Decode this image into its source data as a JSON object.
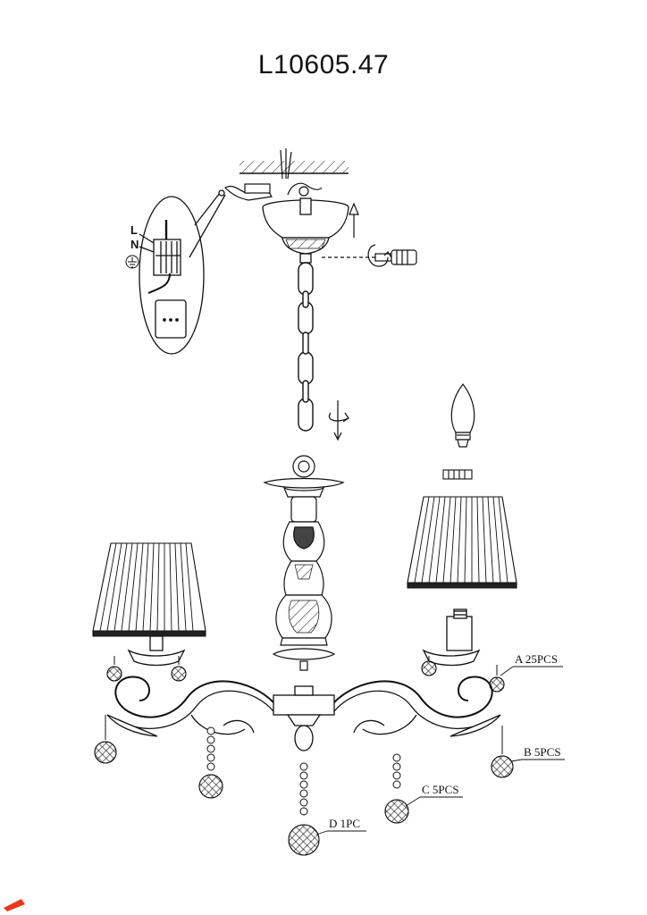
{
  "title": "L10605.47",
  "wiring": {
    "live_label": "L",
    "neutral_label": "N",
    "ground_symbol": "ground-icon"
  },
  "parts": [
    {
      "key": "A",
      "label": "A  25PCS"
    },
    {
      "key": "B",
      "label": "B  5PCS"
    },
    {
      "key": "C",
      "label": "C  5PCS"
    },
    {
      "key": "D",
      "label": "D  1PC"
    }
  ],
  "colors": {
    "line": "#111111",
    "shade_fill": "#ffffff",
    "trim": "#222222",
    "stamp": "#e8381b"
  }
}
